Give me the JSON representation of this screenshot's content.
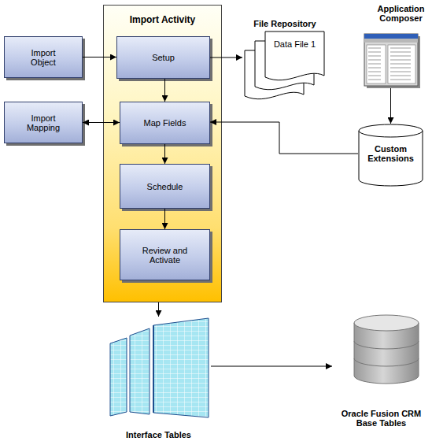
{
  "diagram": {
    "nodes": [
      {
        "text": [
          "Import Activity"
        ]
      },
      {
        "text": [
          "Setup"
        ],
        "in": 0
      },
      {
        "text": [
          "Map Fields"
        ],
        "in": 0
      },
      {
        "text": [
          "Schedule"
        ],
        "in": 0
      },
      {
        "text": [
          "Review and Activate"
        ],
        "in": 0
      },
      {
        "text": [
          "Import Object"
        ]
      },
      {
        "text": [
          "Import Mapping"
        ]
      },
      {
        "text": [
          "File Repository",
          "Data File 1"
        ]
      },
      {
        "text": [
          "Application Composer"
        ]
      },
      {
        "text": [
          "Custom Extensions"
        ]
      },
      {
        "text": [
          "Interface Tables"
        ]
      },
      {
        "text": [
          "Oracle Fusion CRM Base Tables"
        ]
      }
    ],
    "edges": [
      {
        "from": 5,
        "to": 1,
        "arrow": "to"
      },
      {
        "from": 1,
        "to": 7,
        "arrow": "to"
      },
      {
        "from": 1,
        "to": 2,
        "arrow": "to"
      },
      {
        "from": 6,
        "to": 2,
        "arrow": "both"
      },
      {
        "from": 9,
        "to": 2,
        "arrow": "to"
      },
      {
        "from": 8,
        "to": 9,
        "arrow": "to"
      },
      {
        "from": 2,
        "to": 3,
        "arrow": "to"
      },
      {
        "from": 3,
        "to": 4,
        "arrow": "to"
      },
      {
        "from": 0,
        "to": 10,
        "arrow": "to"
      },
      {
        "from": 10,
        "to": 11,
        "arrow": "to"
      }
    ]
  }
}
